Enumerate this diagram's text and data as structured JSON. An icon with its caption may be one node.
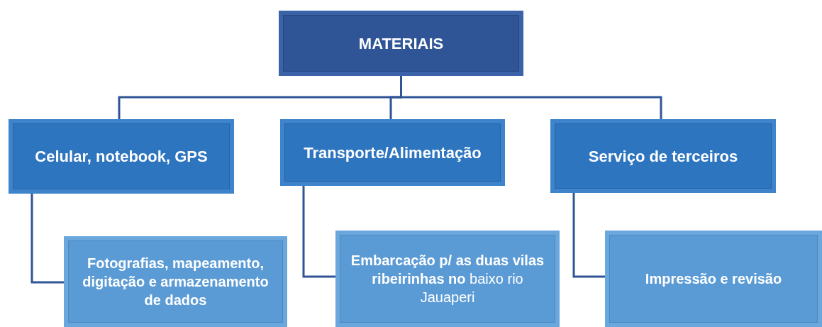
{
  "diagram": {
    "nodes": [
      {
        "text": [
          "MATERIAIS"
        ]
      },
      {
        "text": [
          "Celular, notebook, GPS"
        ]
      },
      {
        "text": [
          "Transporte/Alimentação"
        ]
      },
      {
        "text": [
          "Serviço de terceiros"
        ]
      },
      {
        "text": [
          "Fotografias, mapeamento, digitação e armazenamento de dados"
        ]
      },
      {
        "text": [
          "**Embarcação p/ as duas vilas ribeirinhas no** baixo rio Jauaperi"
        ]
      },
      {
        "text": [
          "Impressão e revisão"
        ]
      }
    ],
    "edges": [
      {
        "from": 0,
        "to": 1,
        "arrow": "none"
      },
      {
        "from": 0,
        "to": 2,
        "arrow": "none"
      },
      {
        "from": 0,
        "to": 3,
        "arrow": "none"
      },
      {
        "from": 1,
        "to": 4,
        "arrow": "none"
      },
      {
        "from": 2,
        "to": 5,
        "arrow": "none"
      },
      {
        "from": 3,
        "to": 6,
        "arrow": "none"
      }
    ]
  }
}
